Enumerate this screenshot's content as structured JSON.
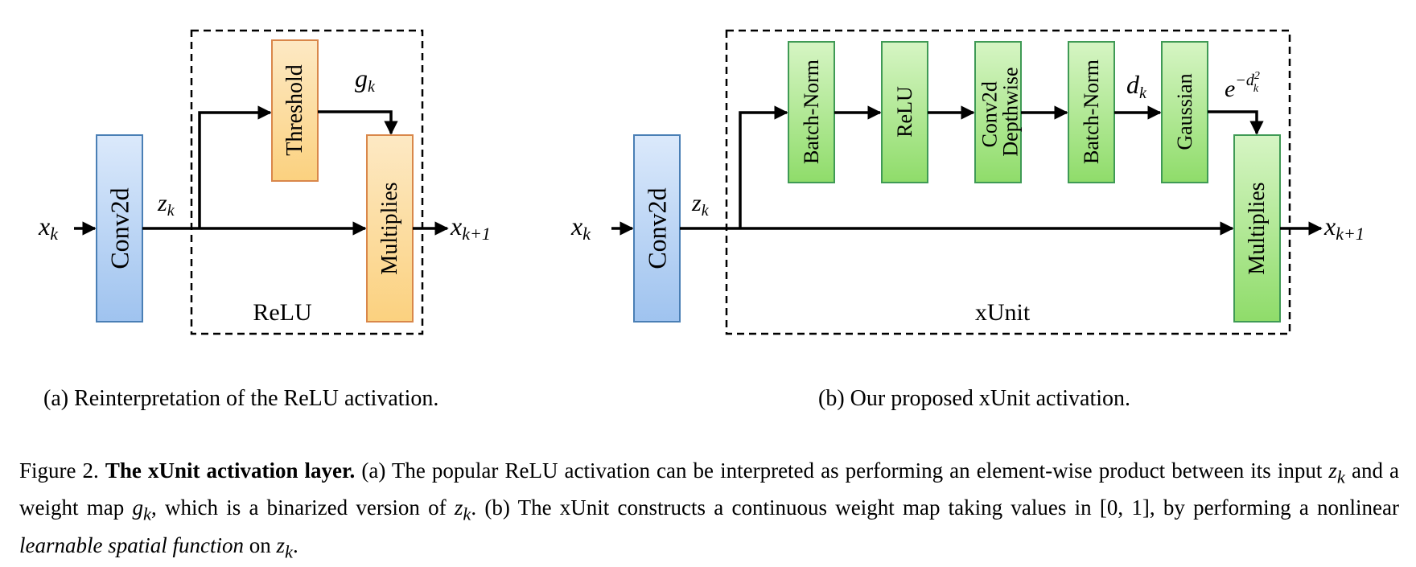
{
  "panel_a": {
    "group_label": "ReLU",
    "blocks": {
      "conv": "Conv2d",
      "threshold": "Threshold",
      "multiplies": "Multiplies"
    },
    "math": {
      "input_var": "x",
      "input_sub": "k",
      "z_var": "z",
      "z_sub": "k",
      "g_var": "g",
      "g_sub": "k",
      "output_var": "x",
      "output_sub": "k+1"
    },
    "caption": "(a) Reinterpretation of the ReLU activation."
  },
  "panel_b": {
    "group_label": "xUnit",
    "blocks": {
      "conv": "Conv2d",
      "batchnorm1": "Batch-Norm",
      "relu": "ReLU",
      "depthwise_line1": "Conv2d",
      "depthwise_line2": "Depthwise",
      "batchnorm2": "Batch-Norm",
      "gaussian": "Gaussian",
      "multiplies": "Multiplies"
    },
    "math": {
      "input_var": "x",
      "input_sub": "k",
      "z_var": "z",
      "z_sub": "k",
      "d_var": "d",
      "d_sub": "k",
      "gauss_base": "e",
      "gauss_exp": "−d",
      "gauss_exp_sub": "k",
      "gauss_exp_sup": "2",
      "output_var": "x",
      "output_sub": "k+1"
    },
    "caption": "(b) Our proposed xUnit activation."
  },
  "figure_caption": {
    "prefix": "Figure 2. ",
    "title": "The xUnit activation layer.",
    "part1": " (a) The popular ReLU activation can be interpreted as performing an element-wise product between its input ",
    "z1": "z",
    "z1_sub": "k",
    "part2": " and a weight map ",
    "g": "g",
    "g_sub": "k",
    "part3": ", which is a binarized version of ",
    "z2": "z",
    "z2_sub": "k",
    "part4": ". (b) The xUnit constructs a continuous weight map taking values in ",
    "interval": "[0, 1]",
    "part5": ", by performing a nonlinear ",
    "emph": "learnable spatial function",
    "part6": " on ",
    "z3": "z",
    "z3_sub": "k",
    "part7": "."
  },
  "colors": {
    "blue_top": "#dbe9fb",
    "blue_bottom": "#9fc3ef",
    "blue_border": "#4a7fb5",
    "orange_top": "#fde9c4",
    "orange_bottom": "#fbd17f",
    "orange_border": "#d9874a",
    "green_top": "#d6f5c4",
    "green_bottom": "#8fdc6a",
    "green_border": "#3f9a55"
  }
}
